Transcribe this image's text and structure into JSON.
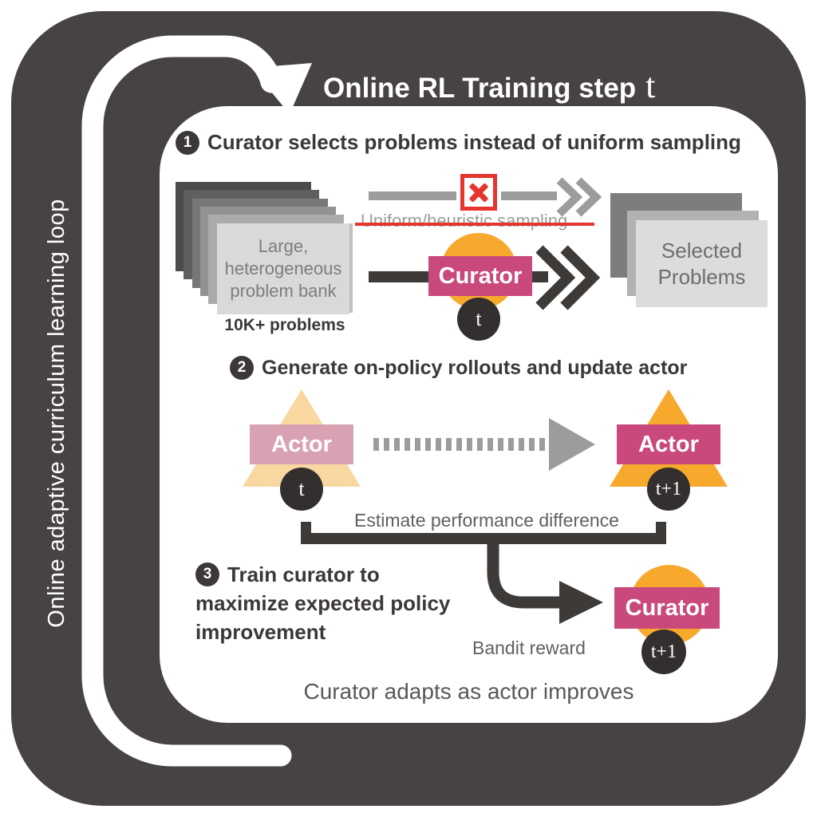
{
  "colors": {
    "frame": "#474342",
    "heading": "#3b3837",
    "dark-arrow": "#3e3a38",
    "circle-dark": "#332f2e",
    "orange": "#f6a92d",
    "orange-pale": "#f8d7a0",
    "magenta": "#c9497c",
    "pink-pale": "#d9a2b2",
    "red": "#e5352e",
    "gray-arrow": "#9c9c9c",
    "gray-text": "#9c9c9c",
    "bank-text": "#7d7d7d",
    "sel-text": "#6e6e6e",
    "gray-caption": "#606060",
    "caption": "#595959"
  },
  "loop_label": "Online adaptive curriculum learning loop",
  "title": {
    "text": "Online RL Training step",
    "var": "t"
  },
  "step1": {
    "bullet": "1",
    "heading": "Curator selects problems instead of uniform sampling",
    "bank": {
      "line1": "Large,",
      "line2": "heterogeneous",
      "line3": "problem bank",
      "caption": "10K+ problems"
    },
    "rejected_label": "Uniform/heuristic sampling",
    "curator": {
      "label": "Curator",
      "step": "t"
    },
    "selected": {
      "line1": "Selected",
      "line2": "Problems"
    }
  },
  "step2": {
    "bullet": "2",
    "heading": "Generate on-policy rollouts and update actor",
    "actor_old": {
      "label": "Actor",
      "step": "t"
    },
    "actor_new": {
      "label": "Actor",
      "step": "t+1"
    },
    "estimate_label": "Estimate performance difference"
  },
  "step3": {
    "bullet": "3",
    "heading_line1": "Train curator to",
    "heading_line2": "maximize expected policy",
    "heading_line3": "improvement",
    "bandit_label": "Bandit reward",
    "curator": {
      "label": "Curator",
      "step": "t+1"
    }
  },
  "footer_caption": "Curator adapts as actor improves"
}
